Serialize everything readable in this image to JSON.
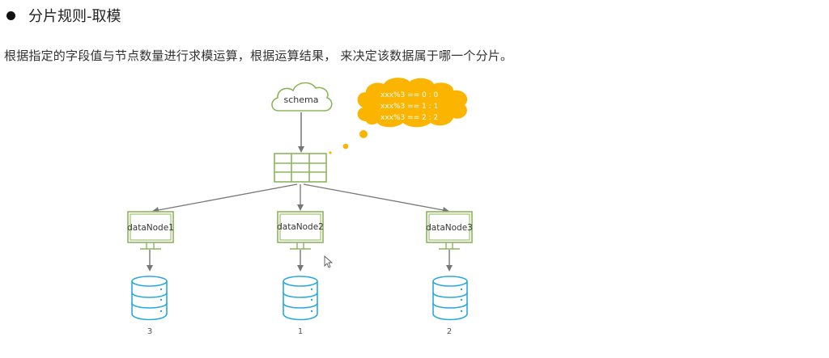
{
  "heading": {
    "bullet": "●",
    "title": "分片规则-取模"
  },
  "description": "根据指定的字段值与节点数量进行求模运算，根据运算结果， 来决定该数据属于哪一个分片。",
  "diagram": {
    "schema_label": "schema",
    "bubble_lines": [
      "xxx%3 == 0 : 0",
      "xxx%3 == 1 : 1",
      "xxx%3 == 2 : 2"
    ],
    "nodes": [
      {
        "label": "dataNode1",
        "db_label": "3"
      },
      {
        "label": "dataNode2",
        "db_label": "1"
      },
      {
        "label": "dataNode3",
        "db_label": "2"
      }
    ],
    "colors": {
      "green": "#8cb55a",
      "blue": "#2aa8e0",
      "orange": "#fbb400",
      "arrow": "#777777"
    }
  }
}
